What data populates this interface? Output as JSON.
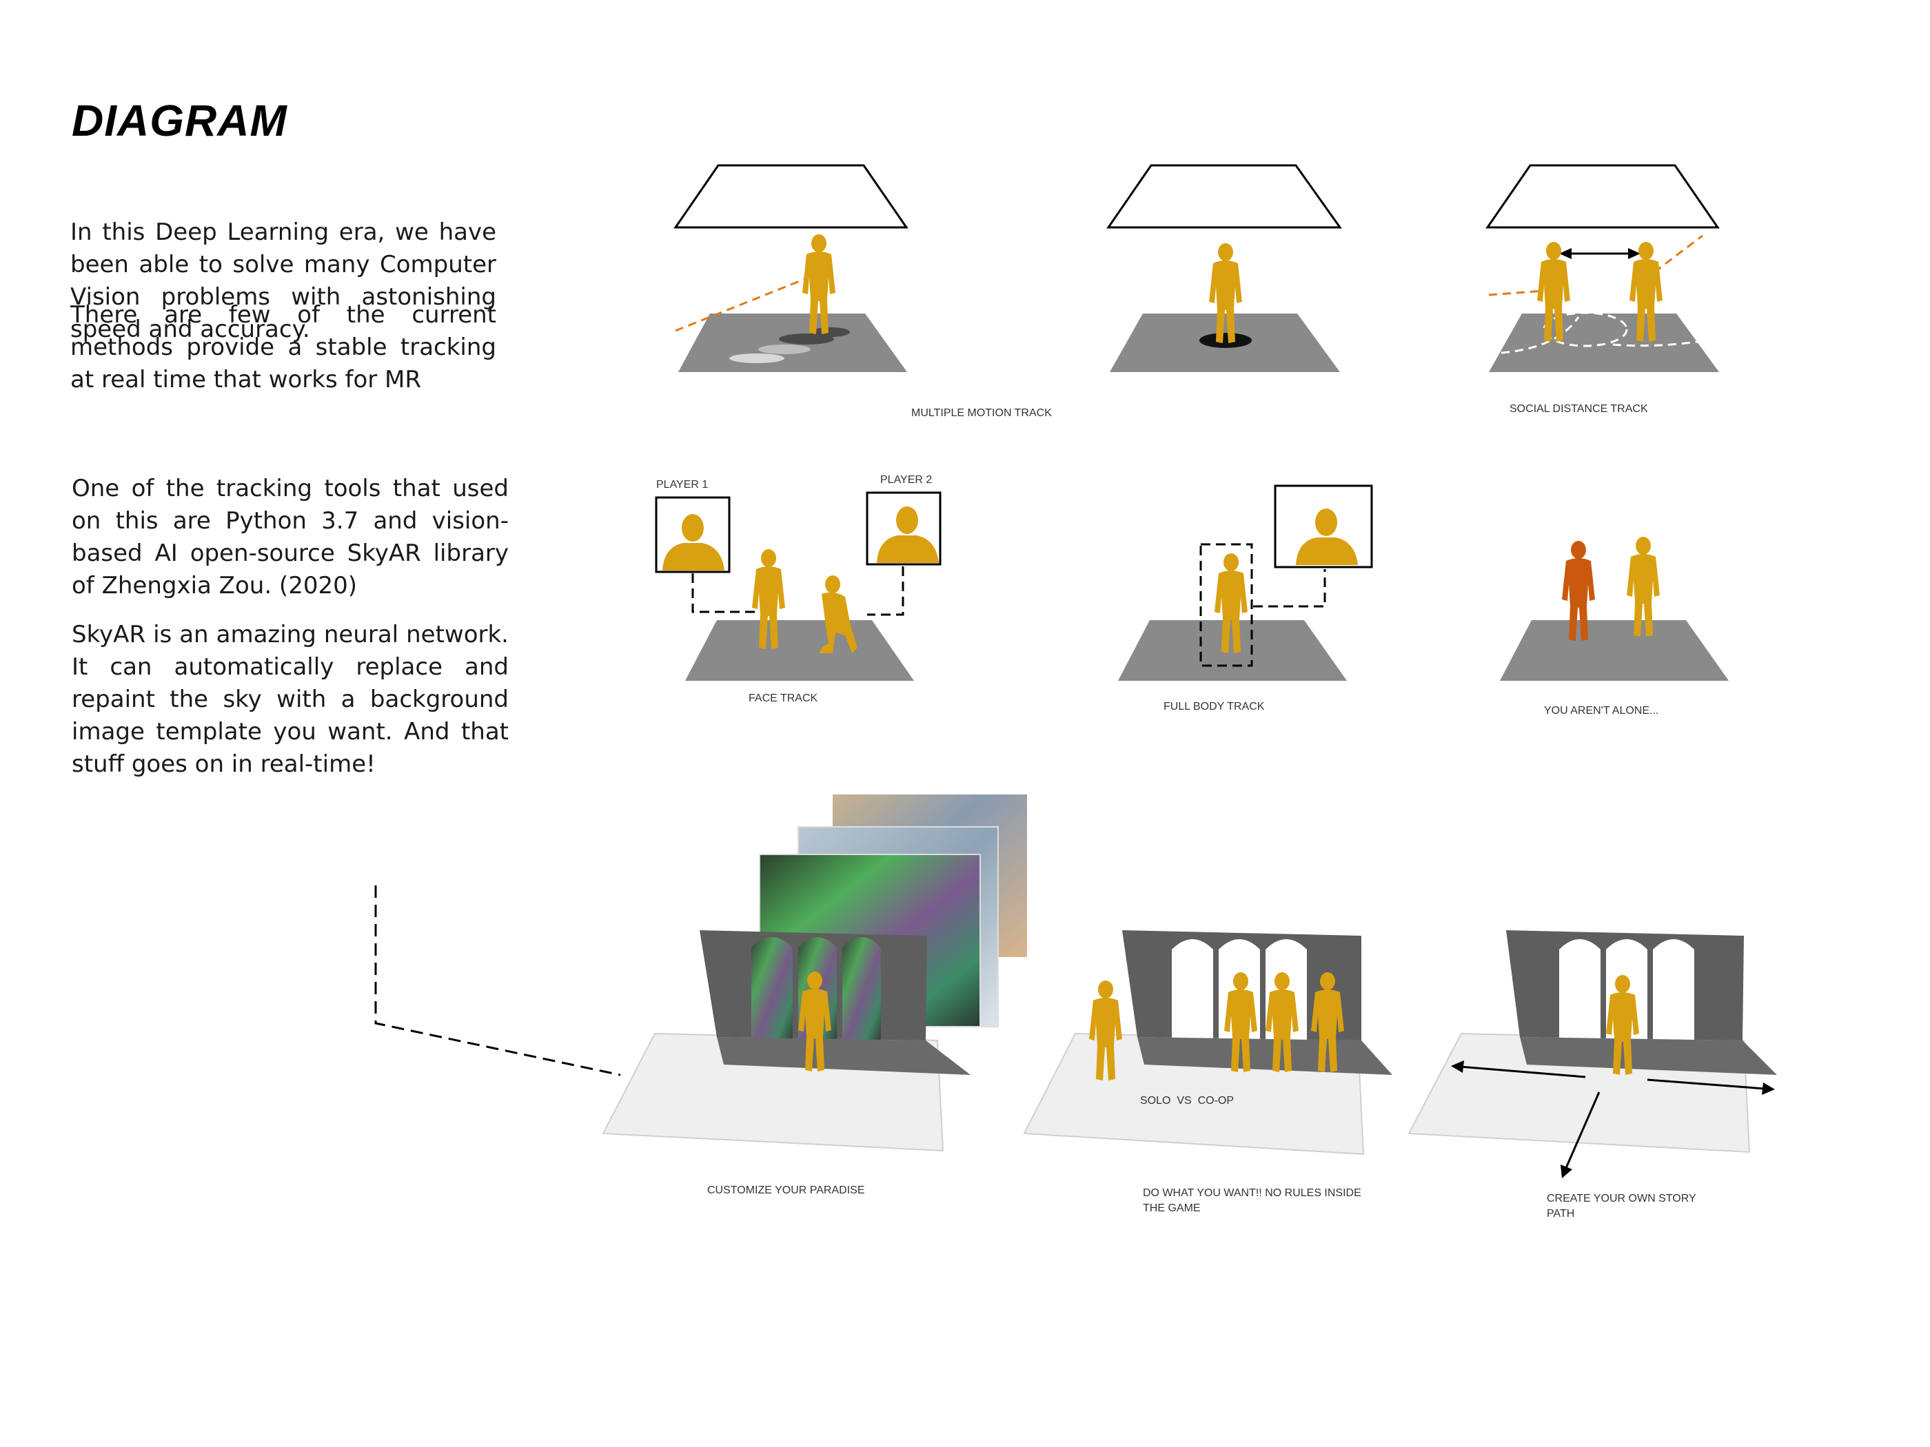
{
  "title": "DIAGRAM",
  "text": {
    "p1": "In this Deep Learning era, we have been able to solve many Computer Vision problems with astonishing speed and accuracy.",
    "p2": "There are few of the current methods provide a stable tracking at real time that works for MR",
    "p3": "One of the tracking tools that used on this are Python 3.7 and vision-based AI open-source SkyAR library of Zhengxia Zou. (2020)",
    "p4": "SkyAR is an amazing neural network. It can automatically replace and repaint the sky with a background image template you want. And that stuff goes on in real-time!"
  },
  "labels": {
    "multiple_motion": "MULTIPLE MOTION TRACK",
    "social_distance": "SOCIAL DISTANCE TRACK",
    "player1": "PLAYER 1",
    "player2": "PLAYER 2",
    "face_track": "FACE TRACK",
    "full_body": "FULL BODY TRACK",
    "not_alone": "YOU AREN'T ALONE...",
    "solo_coop": "SOLO  VS  CO-OP",
    "customize": "CUSTOMIZE YOUR PARADISE",
    "do_what_1": "DO WHAT YOU WANT!! NO RULES INSIDE",
    "do_what_2": "THE GAME",
    "story_1": "CREATE YOUR OWN STORY",
    "story_2": "PATH"
  },
  "colors": {
    "figure": "#d9a011",
    "figure_alt": "#c8590f",
    "floor": "#8a8a8a",
    "wall": "#5e5e5e",
    "light_floor": "#efefef",
    "track_line": "#e07a1f"
  }
}
